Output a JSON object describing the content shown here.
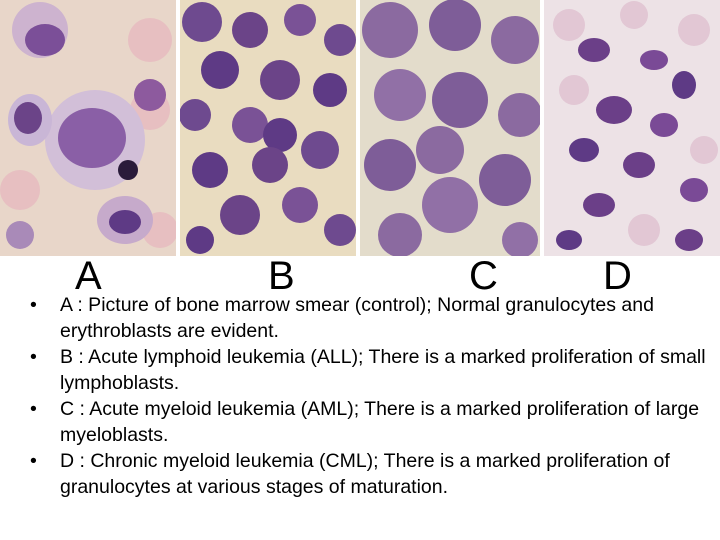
{
  "panels": [
    {
      "letter": "A"
    },
    {
      "letter": "B"
    },
    {
      "letter": "C"
    },
    {
      "letter": "D"
    }
  ],
  "bullet_symbol": "•",
  "bullets": [
    "A : Picture of bone marrow smear (control); Normal granulocytes and erythroblasts are evident.",
    "B : Acute lymphoid leukemia (ALL); There is a marked proliferation of small lymphoblasts.",
    "C : Acute myeloid leukemia (AML); There is a marked proliferation of large myeloblasts.",
    "D : Chronic myeloid leukemia (CML); There is a marked proliferation of granulocytes at various stages of maturation."
  ],
  "colors": {
    "background_a": "#e8d6c9",
    "background_b": "#e9dcc0",
    "background_c": "#e3dccb",
    "background_d": "#ede2e6",
    "nucleus": "#5e3a85",
    "cytoplasm": "#c9b6d6",
    "rbc": "#e6b9bf"
  }
}
